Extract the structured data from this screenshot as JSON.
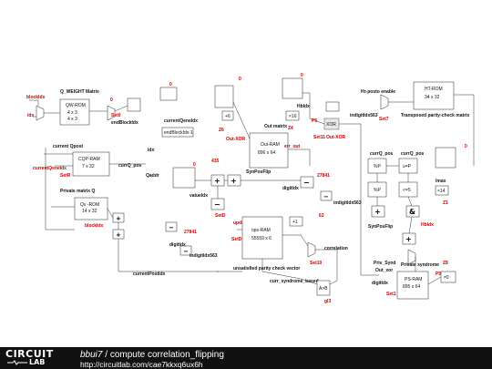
{
  "footer": {
    "logo_top": "CIRCUIT",
    "logo_bottom": "LAB",
    "user": "bbui7",
    "separator": " / ",
    "title": "compute correlation_flipping",
    "url": "http://circuitlab.com/cae7kkxq6ux6h"
  },
  "blocks": {
    "qw_rom": {
      "label": "QW-ROM",
      "size": "4 x 3",
      "title": "Q_WEIGHT Matrix"
    },
    "cqp_ram": {
      "label": "CQP-RAM",
      "size": "7 x 32",
      "title": "current Qpost"
    },
    "qv_rom": {
      "label": "Qv -ROM",
      "size": "14 x 32",
      "title": "Private matrix Q"
    },
    "out_ram": {
      "label": "Out-RAM",
      "size": "896 x 64",
      "title": "Out matrix"
    },
    "ops_ram": {
      "label": "ops-RAM",
      "size": "55559 x 6",
      "title": "unsatisfied parity check vector"
    },
    "ht_rom": {
      "label": "HT-ROM",
      "size": "34 x 32",
      "title": "Transposed parity-check matrix"
    },
    "ps_ram": {
      "label": "PS-RAM",
      "size": "895 x 64",
      "title": "Private syndrome"
    }
  },
  "signals": {
    "blockIdx": "blockIdx",
    "idx": "idx",
    "currentQeneIdx": "currentQeneIdx",
    "set_r": "SetR",
    "set0": "Set0",
    "end_block_idx": "endBlockIdx",
    "end_block_idx_1": "endBlockIdx-1",
    "curr_q_pos": "currQ_pos",
    "qpost": "Qpost",
    "qaddr": "Qaddr",
    "valueIdx": "valueIdx",
    "digit_idx": "digitIdx",
    "indigit_idx563": "indigitIdx563",
    "syn_pos_flip": "SynPosFlip",
    "out_xor": "Out-XOR",
    "err_out": "err_out",
    "out_xor2": "Out-XOR",
    "hb_idx": "HbIdx",
    "hr_pos_to_enable": "Hr-posto enable",
    "set_7": "Set7",
    "curr_q_pos2": "currQ_pos",
    "imax": "lmax",
    "priv_synd": "Priv_Synd",
    "out_xor3": "Out_xor",
    "current_pos_idx": "currentPostIdx",
    "curr_syndrome_based": "curr_syndrome_based",
    "correlation": "correlation",
    "update": "update",
    "set_d": "SetD",
    "set_1": "Set1",
    "set_11": "Set11",
    "hb_idx2": "HbIdx"
  },
  "numbers": {
    "n_27841": "27841",
    "n_435": "435",
    "n_10": "10",
    "n_14": "14",
    "n_16": "16",
    "n_8": "8",
    "n_64": "64",
    "n_63": "63",
    "n_1": "1",
    "n_0": "0",
    "n_2": "2",
    "n_3": "3",
    "n_7": "7",
    "n_5": "5",
    "n_6": "6",
    "n_32": "32",
    "n_34": "34",
    "n_4": "4"
  }
}
